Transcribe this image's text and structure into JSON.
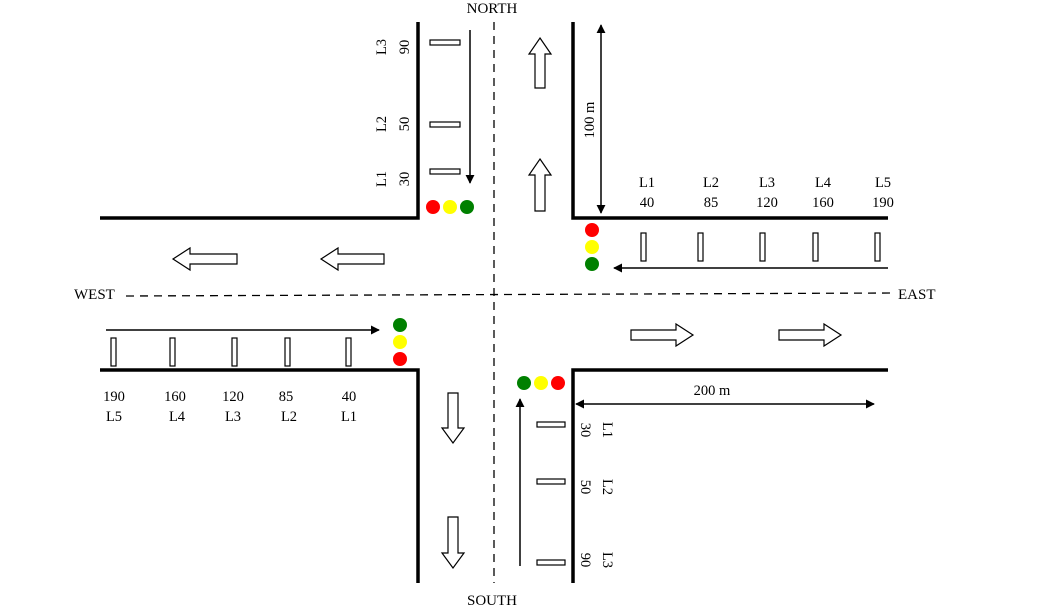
{
  "directions": {
    "north": "NORTH",
    "south": "SOUTH",
    "east": "EAST",
    "west": "WEST"
  },
  "distances": {
    "north": "100 m",
    "east": "200 m"
  },
  "detectors": {
    "north": [
      {
        "name": "L3",
        "dist": "90"
      },
      {
        "name": "L2",
        "dist": "50"
      },
      {
        "name": "L1",
        "dist": "30"
      }
    ],
    "east": [
      {
        "name": "L1",
        "dist": "40"
      },
      {
        "name": "L2",
        "dist": "85"
      },
      {
        "name": "L3",
        "dist": "120"
      },
      {
        "name": "L4",
        "dist": "160"
      },
      {
        "name": "L5",
        "dist": "190"
      }
    ],
    "west": [
      {
        "name": "L5",
        "dist": "190"
      },
      {
        "name": "L4",
        "dist": "160"
      },
      {
        "name": "L3",
        "dist": "120"
      },
      {
        "name": "L2",
        "dist": "85"
      },
      {
        "name": "L1",
        "dist": "40"
      }
    ],
    "south": [
      {
        "name": "L1",
        "dist": "30"
      },
      {
        "name": "L2",
        "dist": "50"
      },
      {
        "name": "L3",
        "dist": "90"
      }
    ]
  },
  "colors": {
    "red": "#ff0000",
    "yellow": "#ffff00",
    "green": "#008000",
    "line": "#000000"
  }
}
